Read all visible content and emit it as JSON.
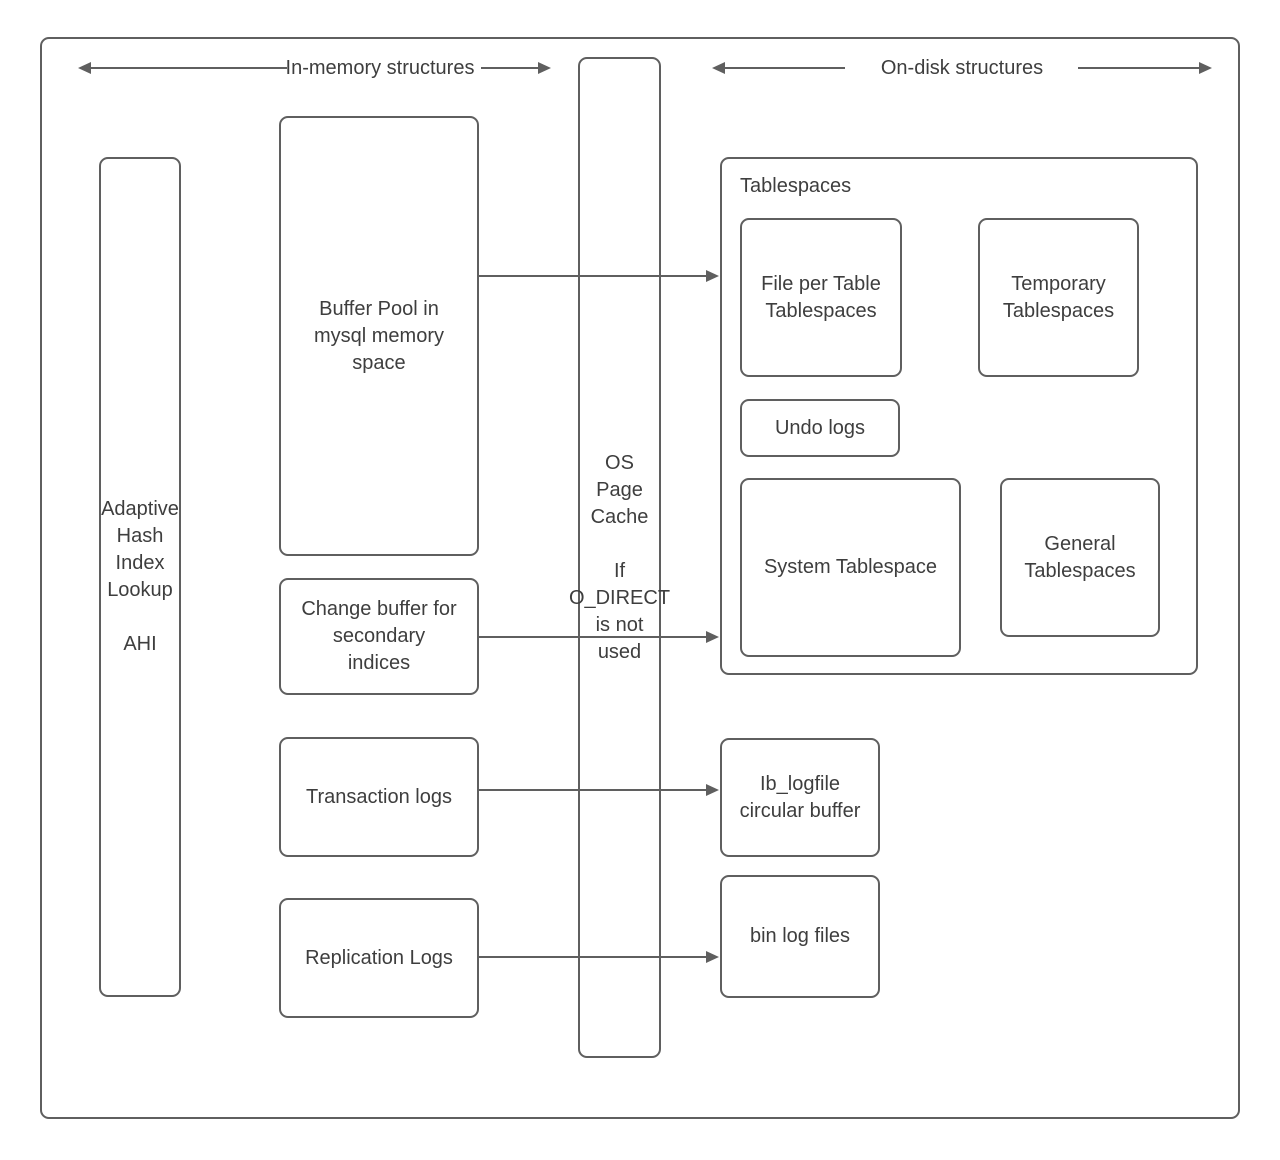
{
  "headers": {
    "in_memory": "In-memory structures",
    "on_disk": "On-disk structures"
  },
  "in_memory": {
    "ahi": "Adaptive\nHash\nIndex\nLookup\n\nAHI",
    "buffer_pool": "Buffer Pool in\nmysql memory\nspace",
    "change_buffer": "Change buffer for\nsecondary\nindices",
    "transaction_logs": "Transaction logs",
    "replication_logs": "Replication Logs"
  },
  "os_page_cache": "OS\nPage\nCache\n\nIf\nO_DIRECT\nis not\nused",
  "on_disk": {
    "tablespaces_label": "Tablespaces",
    "file_per_table": "File per Table\nTablespaces",
    "temporary": "Temporary\nTablespaces",
    "undo_logs": "Undo logs",
    "system_tablespace": "System Tablespace",
    "general": "General\nTablespaces",
    "ib_logfile": "Ib_logfile\ncircular buffer",
    "bin_log_files": "bin log files"
  },
  "colors": {
    "border": "#5f5f5f",
    "text": "#3e3e3e",
    "background": "#ffffff"
  }
}
